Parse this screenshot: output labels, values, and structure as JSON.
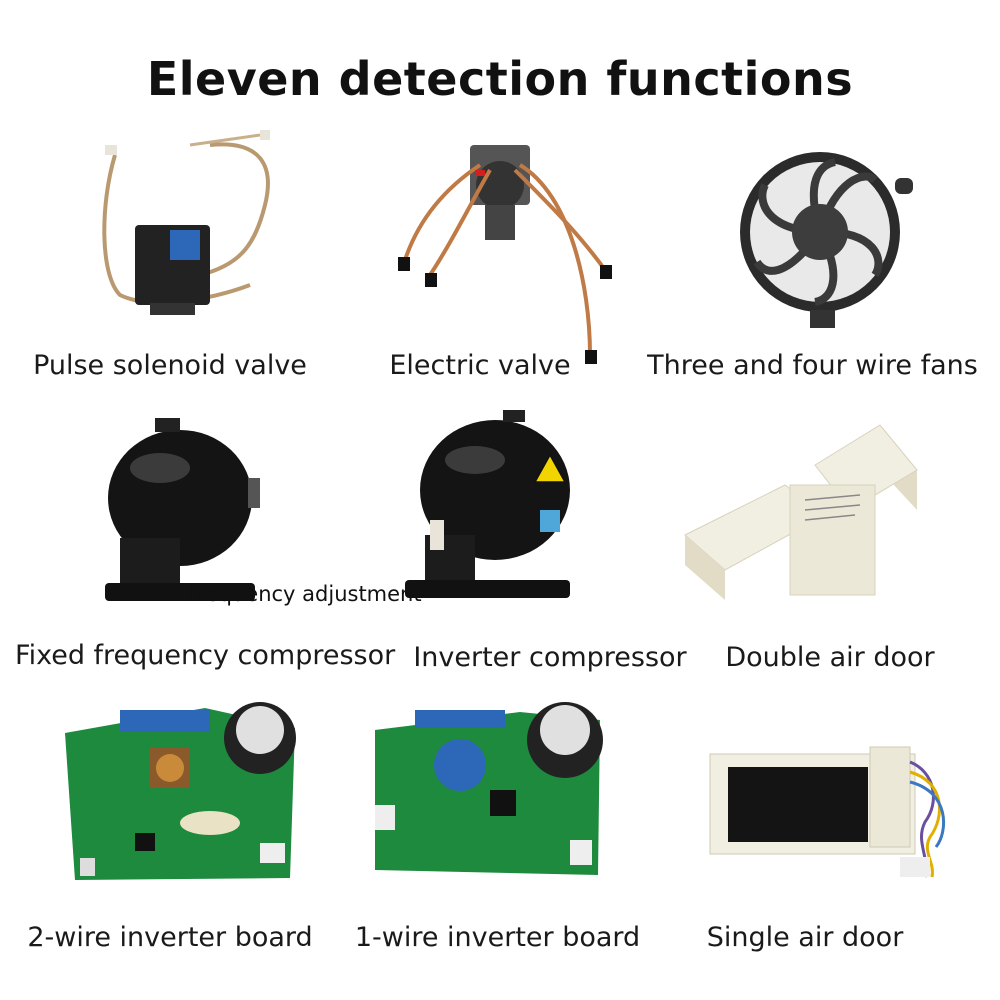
{
  "title": "Eleven detection functions",
  "items": [
    {
      "label": "Pulse solenoid valve",
      "icon": "pulse-solenoid-valve-photo"
    },
    {
      "label": "Electric valve",
      "icon": "electric-valve-photo"
    },
    {
      "label": "Three and four wire fans",
      "icon": "fan-photo"
    },
    {
      "label": "Fixed frequency compressor",
      "icon": "fixed-compressor-photo"
    },
    {
      "label": "Inverter compressor",
      "icon": "inverter-compressor-photo"
    },
    {
      "label": "Double air door",
      "icon": "double-air-door-photo"
    },
    {
      "label": "2-wire inverter board",
      "icon": "two-wire-board-photo"
    },
    {
      "label": "1-wire inverter board",
      "icon": "one-wire-board-photo"
    },
    {
      "label": "Single air door",
      "icon": "single-air-door-photo"
    }
  ],
  "overlay_label": "Frequency adjustment",
  "colors": {
    "copper": "#c07a45",
    "compressor": "#141414",
    "pcb": "#1e8a3e",
    "white_part": "#f1eee2",
    "capacitor": "#222222",
    "blue_connector": "#2d68b8"
  }
}
